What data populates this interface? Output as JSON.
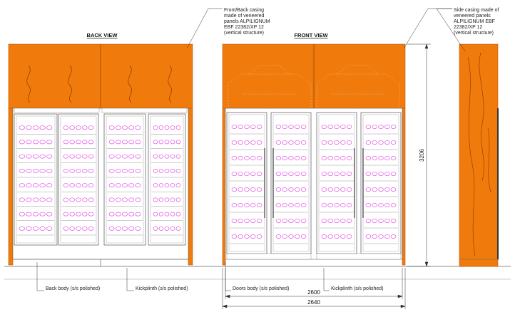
{
  "colors": {
    "casing": "#f07a0c",
    "casing_edge": "#b85a05",
    "line": "#555555",
    "bottle": "#e03ae0",
    "shelf": "#9a9a9a",
    "background": "#ffffff"
  },
  "views": {
    "back": {
      "title": "BACK VIEW"
    },
    "front": {
      "title": "FRONT VIEW"
    }
  },
  "notes": {
    "front_casing": [
      "Front/Back casing",
      "made of veneered",
      "panels ALPILIGNUM",
      "EBF 22382/XP 12",
      "(vertical structure)"
    ],
    "side_casing": [
      "Side casing made of",
      "veneered panels",
      "ALPILIGNUM  EBF",
      "22382/XP 12",
      "(vertical structure)"
    ],
    "back_body": "Back body (s/s polished)",
    "kickplinth_back": "Kickplinth (s/s polished)",
    "doors_body": "Doors body (s/s polished)",
    "kickplinth_front": "Kickplinth (s/s polished)"
  },
  "dimensions": {
    "height": "3206",
    "inner_width": "2600",
    "total_width": "2640"
  }
}
